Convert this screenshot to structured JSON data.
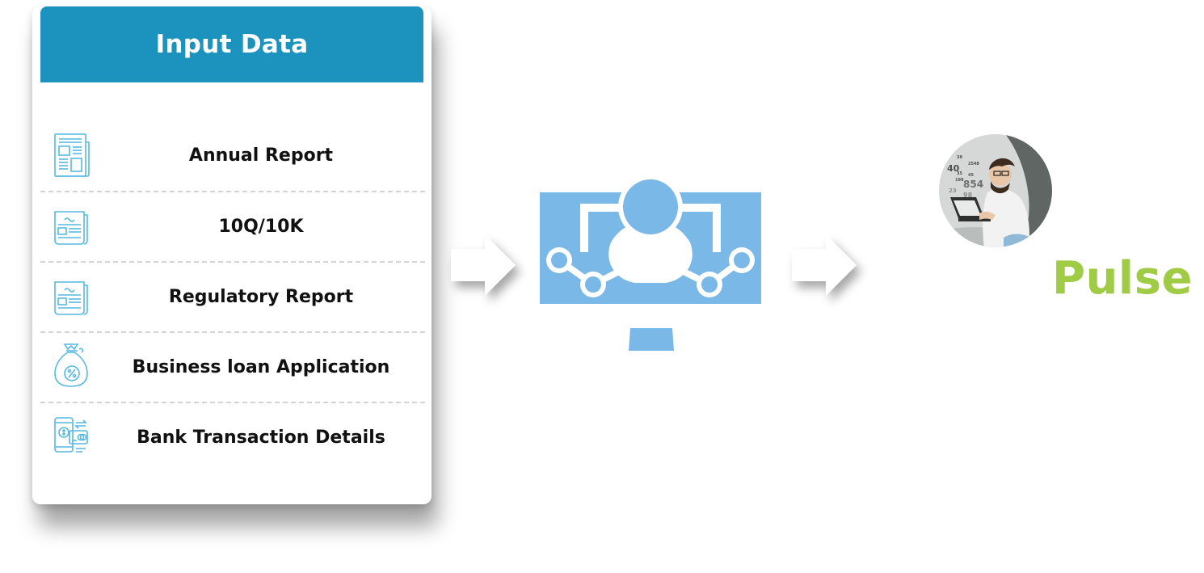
{
  "card": {
    "title": "Input Data",
    "items": [
      {
        "label": "Annual Report",
        "icon": "newspaper-icon"
      },
      {
        "label": "10Q/10K",
        "icon": "document-icon"
      },
      {
        "label": "Regulatory Report",
        "icon": "document-icon"
      },
      {
        "label": "Business loan Application",
        "icon": "money-bag-percent-icon"
      },
      {
        "label": "Bank Transaction Details",
        "icon": "mobile-payment-icon"
      }
    ]
  },
  "processor": {
    "icon": "computer-processing-icon"
  },
  "output": {
    "label": "Pulse",
    "image": "person-at-laptop-illustration"
  },
  "colors": {
    "header": "#1b93be",
    "icon_stroke": "#57b9e0",
    "monitor": "#7ab8e8",
    "output_text": "#9fcb45"
  }
}
